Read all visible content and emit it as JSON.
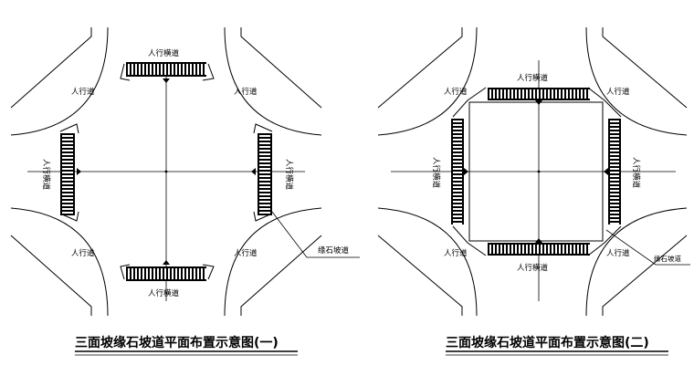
{
  "diagrams": [
    {
      "caption": "三面坡缘石坡道平面布置示意图(一)",
      "labels": {
        "crosswalk_top": "人行横道",
        "crosswalk_bottom": "人行横道",
        "crosswalk_left": "人行横道",
        "crosswalk_right": "人行横道",
        "sidewalk_nw": "人行道",
        "sidewalk_ne": "人行道",
        "sidewalk_sw": "人行道",
        "sidewalk_se": "人行道",
        "curb_ramp": "缘石坡道"
      }
    },
    {
      "caption": "三面坡缘石坡道平面布置示意图(二)",
      "labels": {
        "crosswalk_top": "人行横道",
        "crosswalk_bottom": "人行横道",
        "crosswalk_left": "人行横道",
        "crosswalk_right": "人行横道",
        "sidewalk_nw": "人行道",
        "sidewalk_ne": "人行道",
        "sidewalk_sw": "人行道",
        "sidewalk_se": "人行道",
        "curb_ramp": "缘石坡道"
      }
    }
  ]
}
